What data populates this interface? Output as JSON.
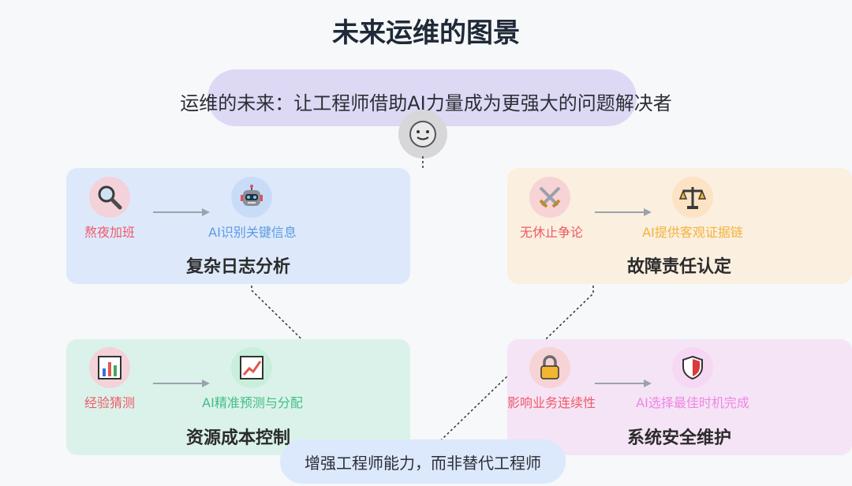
{
  "title": "未来运维的图景",
  "subtitle": "运维的未来：让工程师借助AI力量成为更强大的问题解决者",
  "center_icon": "smiling-face-icon",
  "panels": {
    "log": {
      "title": "复杂日志分析",
      "left_label": "熬夜加班",
      "right_label": "AI识别关键信息",
      "left_icon": "magnifier-icon",
      "right_icon": "robot-icon",
      "color": "#dde9fb"
    },
    "fault": {
      "title": "故障责任认定",
      "left_label": "无休止争论",
      "right_label": "AI提供客观证据链",
      "left_icon": "crossed-swords-icon",
      "right_icon": "balance-scale-icon",
      "color": "#fbefdf"
    },
    "resource": {
      "title": "资源成本控制",
      "left_label": "经验猜测",
      "right_label": "AI精准预测与分配",
      "left_icon": "bar-chart-icon",
      "right_icon": "trend-chart-icon",
      "color": "#dbf2ea"
    },
    "security": {
      "title": "系统安全维护",
      "left_label": "影响业务连续性",
      "right_label": "AI选择最佳时机完成",
      "left_icon": "lock-icon",
      "right_icon": "shield-icon",
      "color": "#f5e4f6"
    }
  },
  "footer": "增强工程师能力，而非替代工程师"
}
